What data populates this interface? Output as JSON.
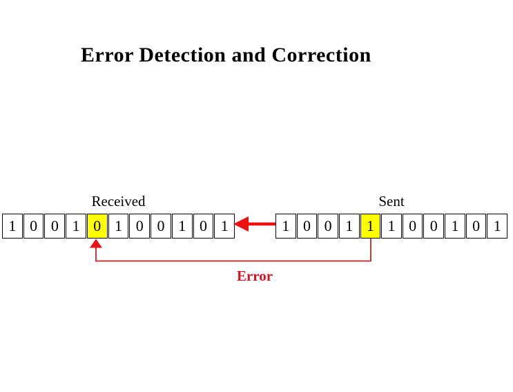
{
  "title": "Error Detection and Correction",
  "received": {
    "label": "Received",
    "bits": [
      "1",
      "0",
      "0",
      "1",
      "0",
      "1",
      "0",
      "0",
      "1",
      "0",
      "1"
    ],
    "highlight_index": 4,
    "highlight_bit": "0"
  },
  "sent": {
    "label": "Sent",
    "bits": [
      "1",
      "0",
      "0",
      "1",
      "1",
      "1",
      "0",
      "0",
      "1",
      "0",
      "1"
    ],
    "highlight_index": 4,
    "highlight_bit": "1"
  },
  "error_label": "Error",
  "colors": {
    "highlight": "#ffff00",
    "arrow_red": "#ee1111",
    "connector_red": "#c23b3b",
    "error_text": "#dd1122",
    "cell_border": "#000000"
  }
}
